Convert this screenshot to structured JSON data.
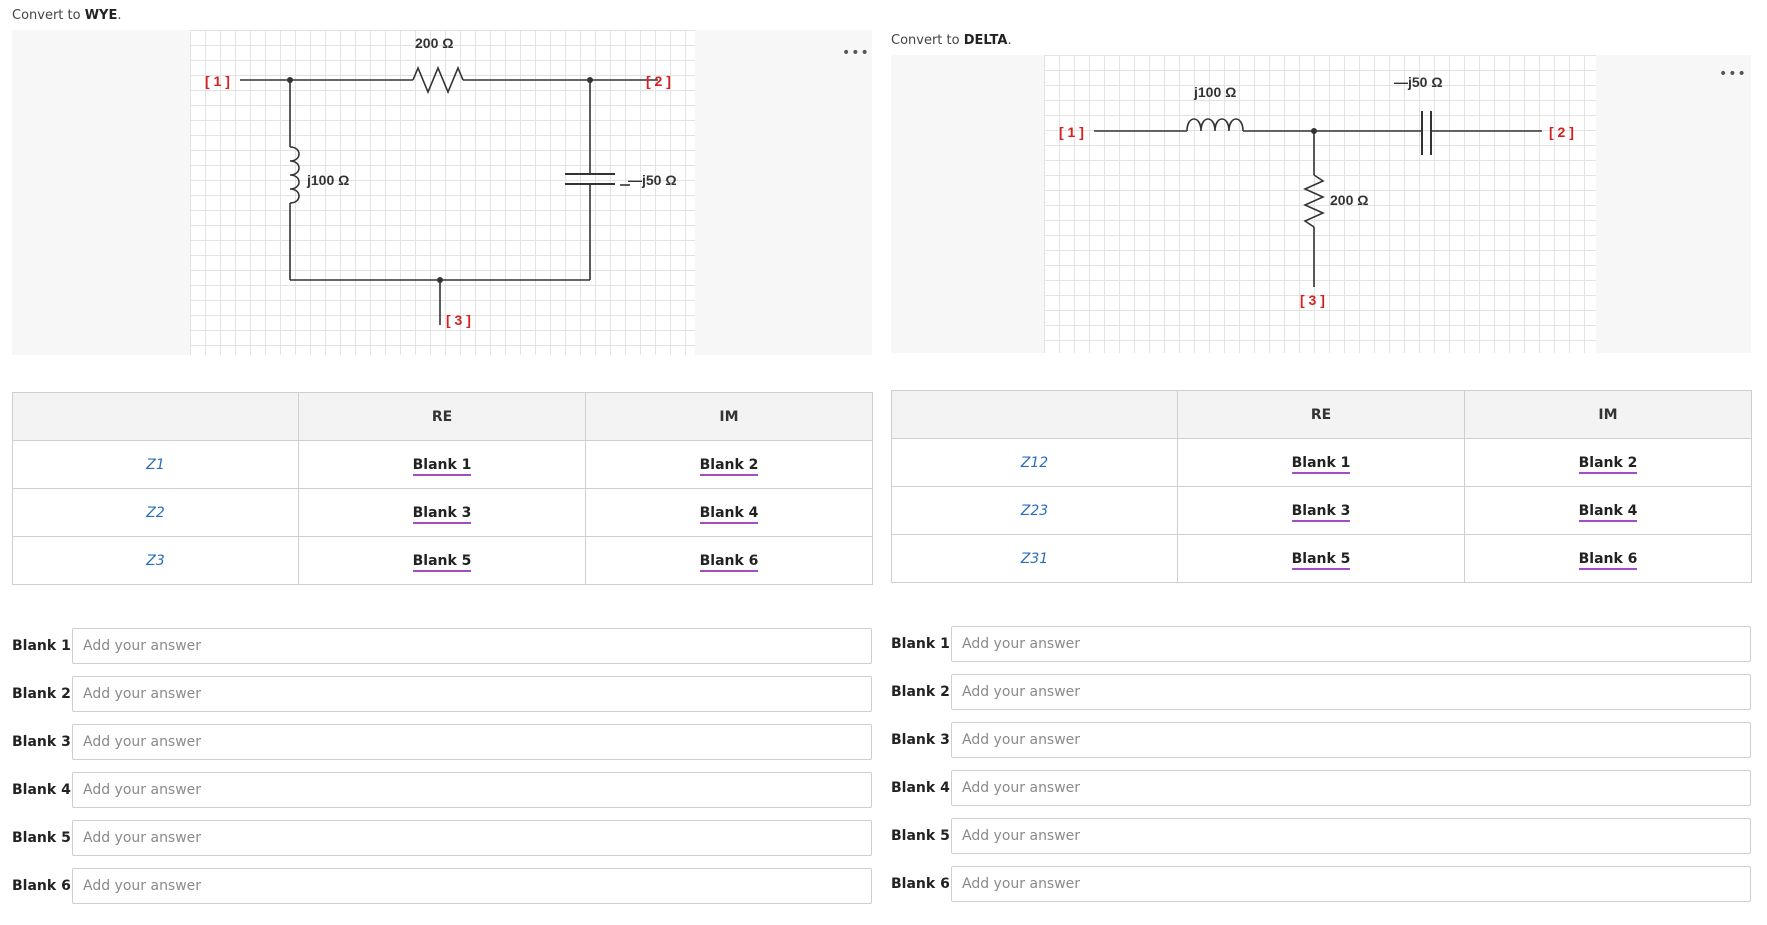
{
  "left": {
    "prompt_prefix": "Convert to ",
    "prompt_target": "WYE",
    "prompt_suffix": ".",
    "circuit": {
      "node1": "[ 1 ]",
      "node2": "[ 2 ]",
      "node3": "[ 3 ]",
      "resistor": "200 Ω",
      "inductor": "j100 Ω",
      "capacitor": "—j50 Ω"
    },
    "more_label": "•••",
    "table": {
      "headers": [
        "",
        "RE",
        "IM"
      ],
      "rows": [
        {
          "label": "Z1",
          "re": "Blank 1",
          "im": "Blank 2"
        },
        {
          "label": "Z2",
          "re": "Blank 3",
          "im": "Blank 4"
        },
        {
          "label": "Z3",
          "re": "Blank 5",
          "im": "Blank 6"
        }
      ]
    },
    "answers": [
      {
        "label": "Blank 1",
        "placeholder": "Add your answer"
      },
      {
        "label": "Blank 2",
        "placeholder": "Add your answer"
      },
      {
        "label": "Blank 3",
        "placeholder": "Add your answer"
      },
      {
        "label": "Blank 4",
        "placeholder": "Add your answer"
      },
      {
        "label": "Blank 5",
        "placeholder": "Add your answer"
      },
      {
        "label": "Blank 6",
        "placeholder": "Add your answer"
      }
    ]
  },
  "right": {
    "prompt_prefix": "Convert to ",
    "prompt_target": "DELTA",
    "prompt_suffix": ".",
    "circuit": {
      "node1": "[ 1 ]",
      "node2": "[ 2 ]",
      "node3": "[ 3 ]",
      "resistor": "200 Ω",
      "inductor": "j100 Ω",
      "capacitor": "—j50 Ω"
    },
    "more_label": "•••",
    "table": {
      "headers": [
        "",
        "RE",
        "IM"
      ],
      "rows": [
        {
          "label": "Z12",
          "re": "Blank 1",
          "im": "Blank 2"
        },
        {
          "label": "Z23",
          "re": "Blank 3",
          "im": "Blank 4"
        },
        {
          "label": "Z31",
          "re": "Blank 5",
          "im": "Blank 6"
        }
      ]
    },
    "answers": [
      {
        "label": "Blank 1",
        "placeholder": "Add your answer"
      },
      {
        "label": "Blank 2",
        "placeholder": "Add your answer"
      },
      {
        "label": "Blank 3",
        "placeholder": "Add your answer"
      },
      {
        "label": "Blank 4",
        "placeholder": "Add your answer"
      },
      {
        "label": "Blank 5",
        "placeholder": "Add your answer"
      },
      {
        "label": "Blank 6",
        "placeholder": "Add your answer"
      }
    ]
  },
  "colors": {
    "node_label": "#d42020",
    "link": "#2a6ebb",
    "blank_underline": "#a54cc4"
  }
}
